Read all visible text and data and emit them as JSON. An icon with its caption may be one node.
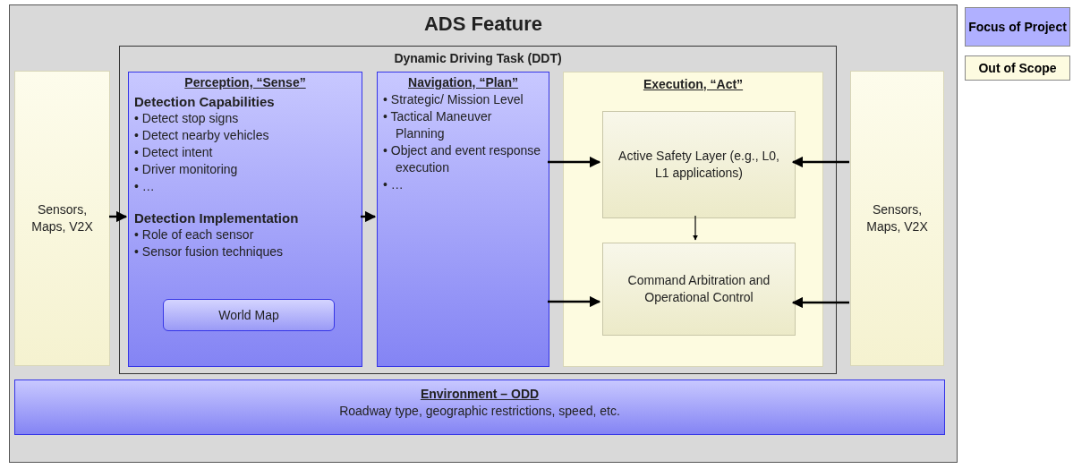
{
  "diagram": {
    "nodes": [
      {
        "text": [
          "ADS Feature"
        ]
      },
      {
        "text": [
          "Sensors, Maps, V2X"
        ],
        "in": 0
      },
      {
        "text": [
          "Dynamic Driving Task (DDT)"
        ],
        "in": 0
      },
      {
        "text": [
          "Perception, “Sense”",
          "Detection Capabilities",
          "• Detect stop signs",
          "• Detect nearby vehicles",
          "• Detect intent",
          "• Driver monitoring",
          "• …",
          "Detection Implementation",
          "• Role of each sensor",
          "• Sensor fusion techniques"
        ],
        "in": 2
      },
      {
        "text": [
          "World Map"
        ],
        "in": 3
      },
      {
        "text": [
          "Navigation, “Plan”",
          "• Strategic/ Mission Level",
          "• Tactical Maneuver Planning",
          "• Object and event response execution",
          "• …"
        ],
        "in": 2
      },
      {
        "text": [
          "Execution, “Act”"
        ],
        "in": 2
      },
      {
        "text": [
          "Active Safety Layer (e.g., L0, L1 applications)"
        ],
        "in": 6
      },
      {
        "text": [
          "Command Arbitration and Operational Control"
        ],
        "in": 6
      },
      {
        "text": [
          "Sensors, Maps, V2X"
        ],
        "in": 0
      },
      {
        "text": [
          "Environment – ODD",
          "Roadway type, geographic restrictions, speed, etc."
        ],
        "in": 0
      }
    ],
    "edges": [
      {
        "from": 1,
        "to": 3,
        "arrow": "to"
      },
      {
        "from": 3,
        "to": 5,
        "arrow": "to"
      },
      {
        "from": 5,
        "to": 7,
        "arrow": "to"
      },
      {
        "from": 5,
        "to": 8,
        "arrow": "to"
      },
      {
        "from": 9,
        "to": 7,
        "arrow": "to"
      },
      {
        "from": 9,
        "to": 8,
        "arrow": "to"
      },
      {
        "from": 7,
        "to": 8,
        "arrow": "to"
      }
    ],
    "legend": [
      {
        "text": "Focus of Project",
        "color": "#b0b0ff"
      },
      {
        "text": "Out of Scope",
        "color": "#fdfbe0"
      }
    ]
  }
}
